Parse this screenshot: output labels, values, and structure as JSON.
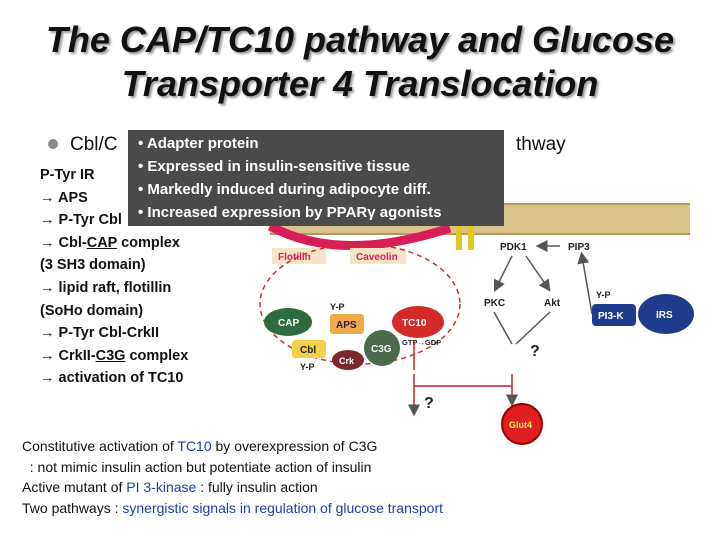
{
  "title": {
    "line1": "The CAP/TC10 pathway and Glucose",
    "line2": "Transporter 4 Translocation"
  },
  "subtitle": {
    "left": "Cbl/C",
    "right": "thway"
  },
  "popup": {
    "items": [
      "• Adapter protein",
      "• Expressed in insulin-sensitive tissue",
      "• Markedly induced during adipocyte diff.",
      "• Increased expression by PPARγ agonists"
    ]
  },
  "steps": {
    "s1": "P-Tyr IR",
    "s2": "→ APS",
    "s3": "→ P-Tyr Cbl",
    "s4a": "→ Cbl-",
    "s4b": "CAP",
    "s4c": " complex",
    "s5": "(3 SH3 domain)",
    "s6": "→ lipid raft, flotillin",
    "s7": "(SoHo domain)",
    "s8": "→ P-Tyr Cbl-CrkII",
    "s9a": "→ CrkII-",
    "s9b": "C3G",
    "s9c": " complex",
    "s10": "→ activation of TC10"
  },
  "diagram": {
    "flotilin": "Flotilin",
    "caveolin": "Caveolin",
    "yp": "Y-P",
    "cap": "CAP",
    "aps": "APS",
    "tc10": "TC10",
    "gtp_gdp": "GTP→GDP",
    "cbl": "Cbl",
    "c3g": "C3G",
    "crk": "Crk",
    "pdk1": "PDK1",
    "pip3": "PIP3",
    "pkc": "PKC",
    "akt": "Akt",
    "pi3k": "PI3-K",
    "irs": "IRS",
    "q": "?",
    "glut4": "Glut4"
  },
  "bottom": {
    "l1a": "Constitutive activation of ",
    "l1b": "TC10",
    "l1c": " by overexpression of C3G",
    "l2": "  : not mimic insulin action but potentiate action of insulin",
    "l3a": "Active mutant of ",
    "l3b": "PI 3-kinase",
    "l3c": " : fully insulin action",
    "l4a": "Two pathways : ",
    "l4b": "synergistic signals in regulation of glucose transport"
  },
  "colors": {
    "accent_blue": "#1a3fa8",
    "popup_bg": "#4a4a4a",
    "membrane_tan": "#d9c38a",
    "raft_pink": "#d81e5a",
    "glut4_red": "#e02020",
    "aps_orange": "#f2a94a",
    "tc10_red": "#d42a2a",
    "cap_green": "#2e6b3e",
    "pi3k_blue": "#1f3c8c"
  }
}
